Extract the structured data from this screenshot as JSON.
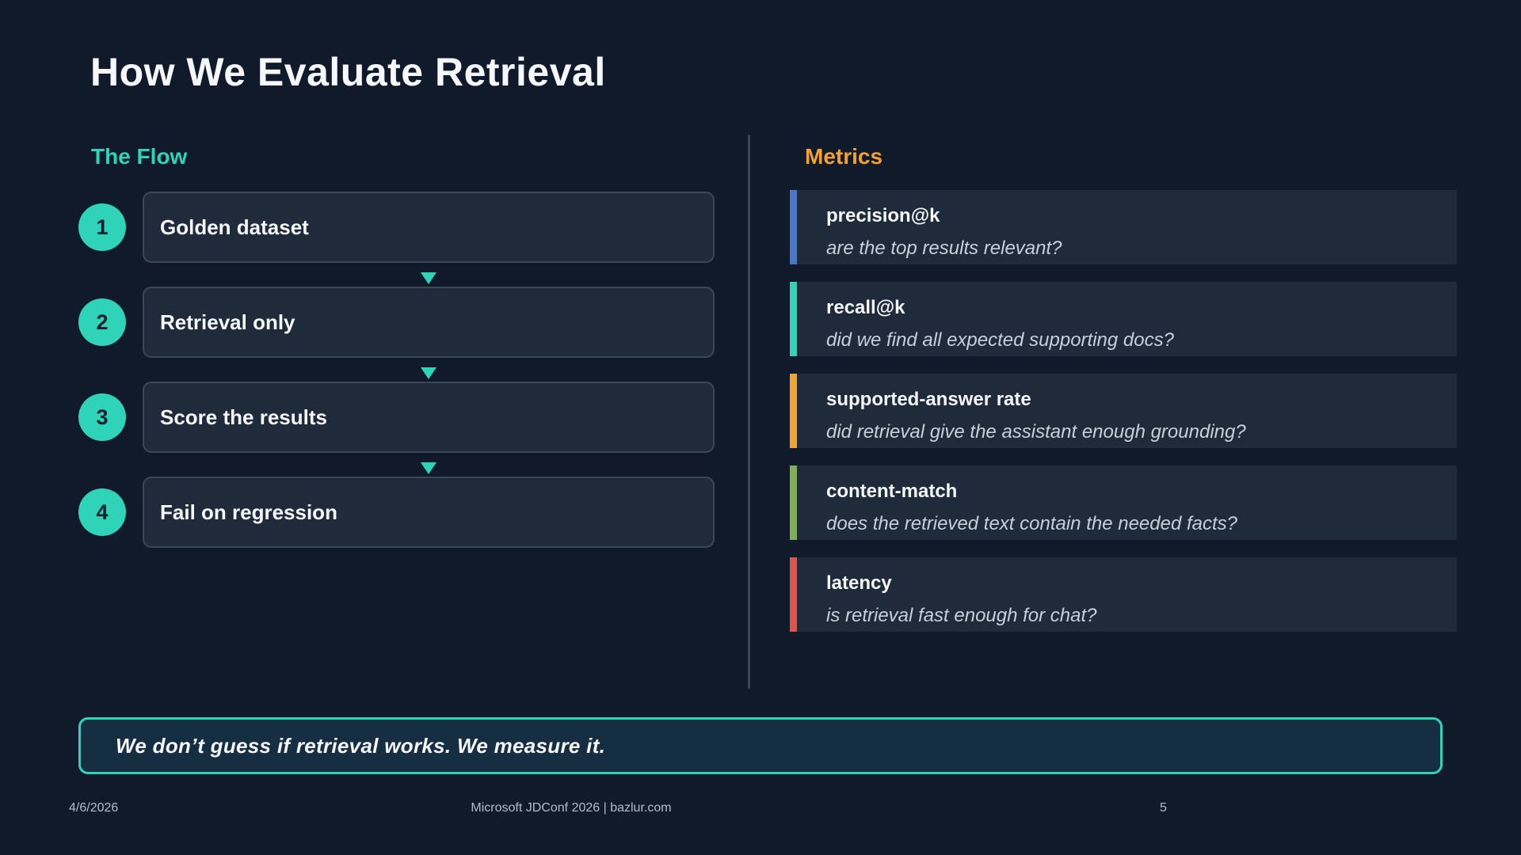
{
  "slide": {
    "title": "How We Evaluate Retrieval",
    "callout": "We don’t guess if retrieval works. We measure it.",
    "footer": {
      "date": "4/6/2026",
      "center": "Microsoft JDConf 2026 | bazlur.com",
      "page_number": "5"
    }
  },
  "flow": {
    "heading": "The Flow",
    "steps": [
      {
        "number": "1",
        "label": "Golden dataset"
      },
      {
        "number": "2",
        "label": "Retrieval only"
      },
      {
        "number": "3",
        "label": "Score the results"
      },
      {
        "number": "4",
        "label": "Fail on regression"
      }
    ]
  },
  "metrics": {
    "heading": "Metrics",
    "items": [
      {
        "name": "precision@k",
        "question": "are the top results relevant?",
        "accent": "#4a77c9"
      },
      {
        "name": "recall@k",
        "question": "did we find all expected supporting docs?",
        "accent": "#2fd3b8"
      },
      {
        "name": "supported-answer rate",
        "question": "did retrieval give the assistant enough grounding?",
        "accent": "#f2a231"
      },
      {
        "name": "content-match",
        "question": "does the retrieved text contain the needed facts?",
        "accent": "#7db04e"
      },
      {
        "name": "latency",
        "question": "is retrieval fast enough for chat?",
        "accent": "#e05349"
      }
    ]
  },
  "colors": {
    "background": "#111a2b",
    "card_background": "#1f2a3a",
    "teal_accent": "#2fd3b8",
    "orange_accent": "#f2a231",
    "divider": "#3a4556",
    "callout_background": "#162e42"
  }
}
